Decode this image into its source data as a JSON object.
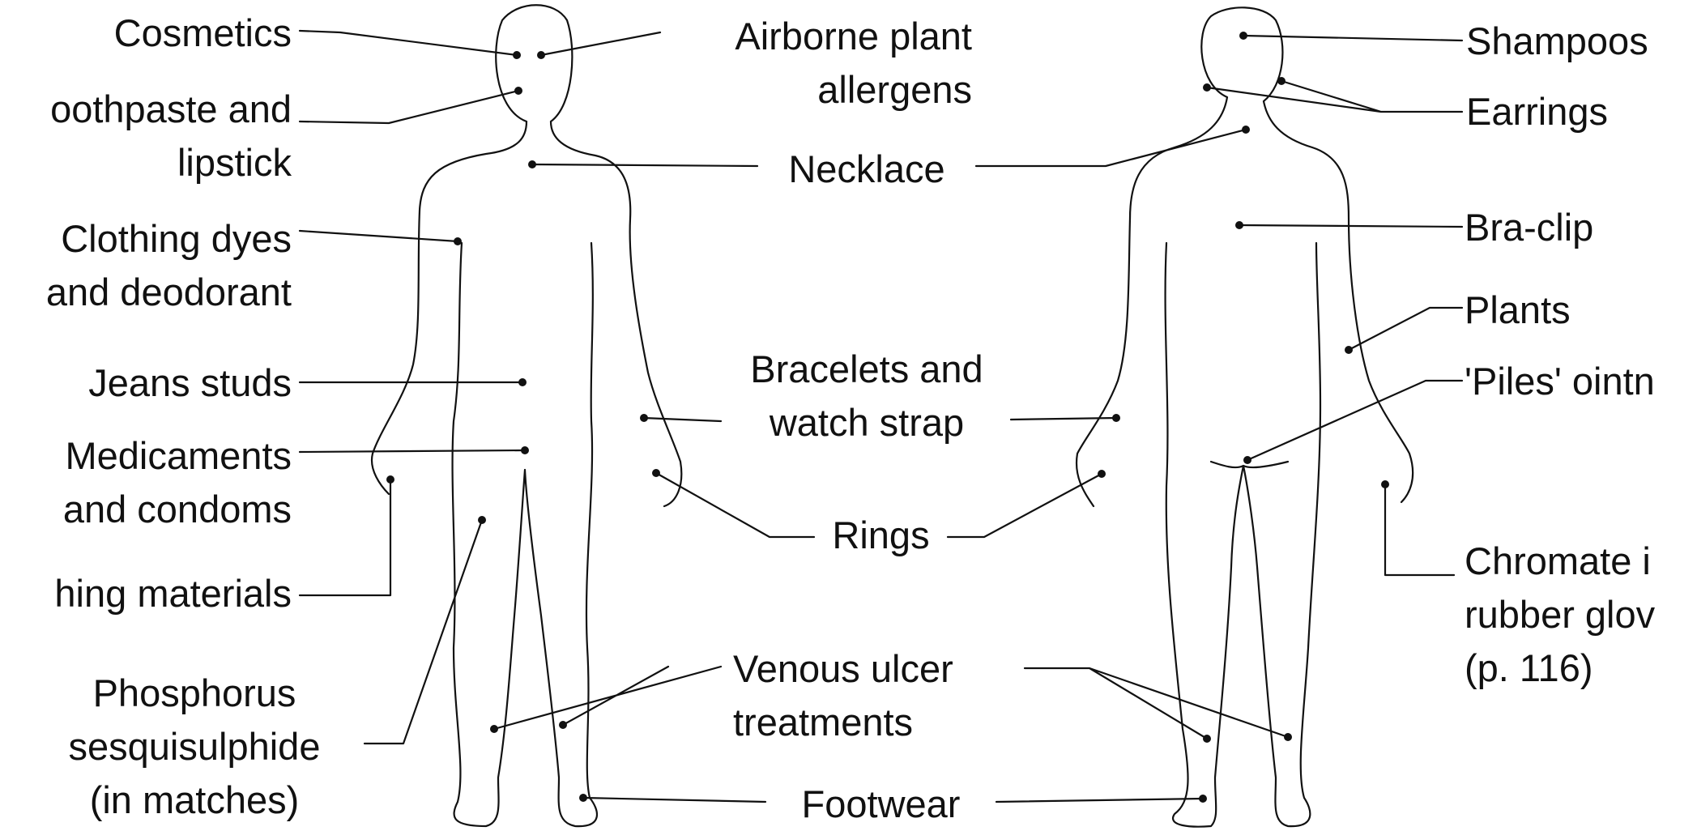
{
  "labels": {
    "cosmetics": [
      "Cosmetics"
    ],
    "toothpaste": [
      "oothpaste and",
      "lipstick"
    ],
    "clothing_dyes": [
      "Clothing dyes",
      "and deodorant"
    ],
    "jeans_studs": [
      "Jeans studs"
    ],
    "medicaments": [
      "Medicaments",
      "and condoms"
    ],
    "clothing_materials": [
      "hing materials"
    ],
    "phosphorus": [
      "Phosphorus",
      "sesquisulphide",
      "(in matches)"
    ],
    "airborne": [
      "Airborne plant",
      "allergens"
    ],
    "necklace": [
      "Necklace"
    ],
    "bracelets": [
      "Bracelets and",
      "watch strap"
    ],
    "rings": [
      "Rings"
    ],
    "venous": [
      "Venous ulcer",
      "treatments"
    ],
    "footwear": [
      "Footwear"
    ],
    "shampoos": [
      "Shampoos"
    ],
    "earrings": [
      "Earrings"
    ],
    "bra_clip": [
      "Bra-clip"
    ],
    "plants": [
      "Plants"
    ],
    "piles": [
      "'Piles' ointn"
    ],
    "chromate": [
      "Chromate i",
      "rubber glov",
      "(p. 116)"
    ]
  },
  "colors": {
    "ink": "#111111",
    "background": "#ffffff"
  }
}
